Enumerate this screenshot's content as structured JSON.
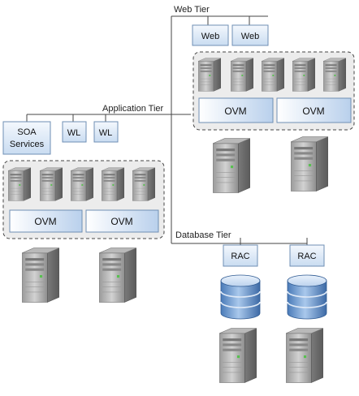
{
  "tiers": {
    "web": "Web Tier",
    "application": "Application Tier",
    "database": "Database Tier"
  },
  "web_boxes": [
    "Web",
    "Web"
  ],
  "app_boxes": {
    "soa_line1": "SOA",
    "soa_line2": "Services",
    "wl": [
      "WL",
      "WL"
    ]
  },
  "db_boxes": [
    "RAC",
    "RAC"
  ],
  "ovm_labels": {
    "web": [
      "OVM",
      "OVM"
    ],
    "app": [
      "OVM",
      "OVM"
    ]
  },
  "icons": {
    "server": "server-tower-icon",
    "database": "database-cylinder-icon"
  },
  "colors": {
    "box_fill": "#dde8f5",
    "box_stroke": "#6f8fb4",
    "group_fill": "#ececec",
    "line": "#444444"
  }
}
